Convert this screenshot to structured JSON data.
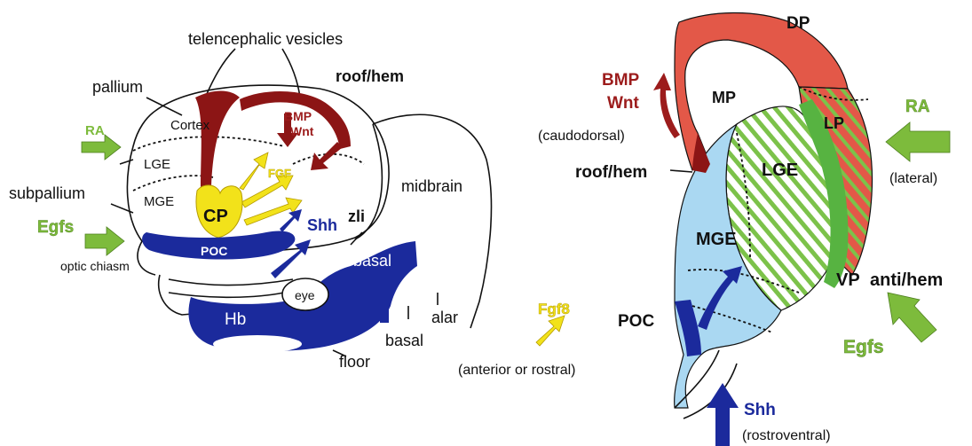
{
  "left_panel": {
    "telencephalic_vesicles": "telencephalic vesicles",
    "pallium": "pallium",
    "cortex": "Cortex",
    "roof_hem": "roof/hem",
    "bmp": "BMP",
    "wnt": "Wnt",
    "fgf": "FGF",
    "ra": "RA",
    "lge": "LGE",
    "mge": "MGE",
    "subpallium": "subpallium",
    "cp": "CP",
    "shh": "Shh",
    "zli": "zli",
    "midbrain": "midbrain",
    "egfs": "Egfs",
    "poc": "POC",
    "optic_chiasm": "optic chiasm",
    "basal_upper": "basal",
    "eye": "eye",
    "hb": "Hb",
    "alar": "alar",
    "basal_lower": "basal",
    "floor": "floor"
  },
  "center": {
    "fgf8": "Fgf8",
    "direction": "(anterior or rostral)"
  },
  "right_panel": {
    "dp": "DP",
    "mp": "MP",
    "bmp": "BMP",
    "wnt": "Wnt",
    "caudodorsal": "(caudodorsal)",
    "roof_hem": "roof/hem",
    "lge": "LGE",
    "lp": "LP",
    "ra": "RA",
    "lateral": "(lateral)",
    "mge": "MGE",
    "vp": "VP",
    "antihem": "anti/hem",
    "poc": "POC",
    "egfs": "Egfs",
    "shh": "Shh",
    "rostroventral": "(rostroventral)"
  },
  "colors": {
    "bmp_wnt": "#9c1c1c",
    "hem": "#8c1515",
    "ra_egfs": "#7dbb3c",
    "fgf": "#f2e21a",
    "shh_poc": "#1b2a9c",
    "dp": "#e35848",
    "mge_fill": "#aad8f2",
    "vp_band": "#57b341"
  }
}
